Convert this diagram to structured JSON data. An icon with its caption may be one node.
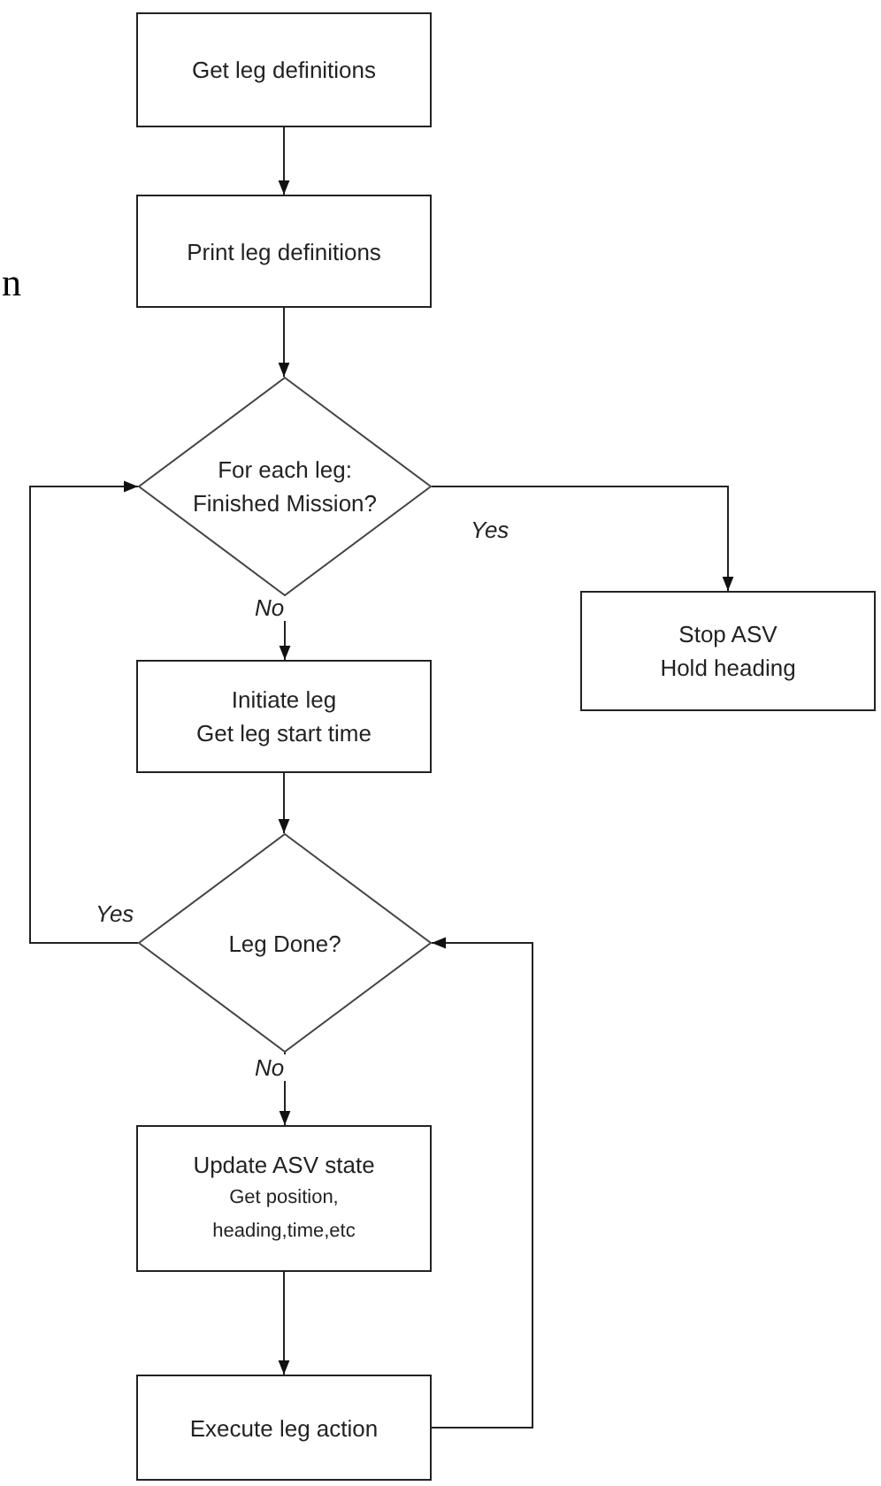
{
  "diagram": {
    "nodes": [
      {
        "text": [
          "Get leg definitions"
        ]
      },
      {
        "text": [
          "Print leg definitions"
        ]
      },
      {
        "text": [
          "For each leg:",
          "Finished Mission?"
        ]
      },
      {
        "text": [
          "Stop ASV",
          "Hold heading"
        ]
      },
      {
        "text": [
          "Initiate leg",
          "Get leg start time"
        ]
      },
      {
        "text": [
          "Leg Done?"
        ]
      },
      {
        "text": [
          "Update ASV state",
          "Get position, heading,time,etc"
        ]
      },
      {
        "text": [
          "Execute leg action"
        ]
      }
    ],
    "edges": [
      {
        "from": 0,
        "to": 1,
        "arrow": "to"
      },
      {
        "from": 1,
        "to": 2,
        "arrow": "to"
      },
      {
        "from": 2,
        "to": 3,
        "arrow": "to",
        "label": "Yes"
      },
      {
        "from": 2,
        "to": 4,
        "arrow": "to",
        "label": "No"
      },
      {
        "from": 4,
        "to": 5,
        "arrow": "to"
      },
      {
        "from": 5,
        "to": 2,
        "arrow": "to",
        "label": "Yes"
      },
      {
        "from": 5,
        "to": 6,
        "arrow": "to",
        "label": "No"
      },
      {
        "from": 6,
        "to": 7,
        "arrow": "to"
      },
      {
        "from": 7,
        "to": 5,
        "arrow": "to"
      }
    ],
    "labels": [
      "n"
    ]
  }
}
